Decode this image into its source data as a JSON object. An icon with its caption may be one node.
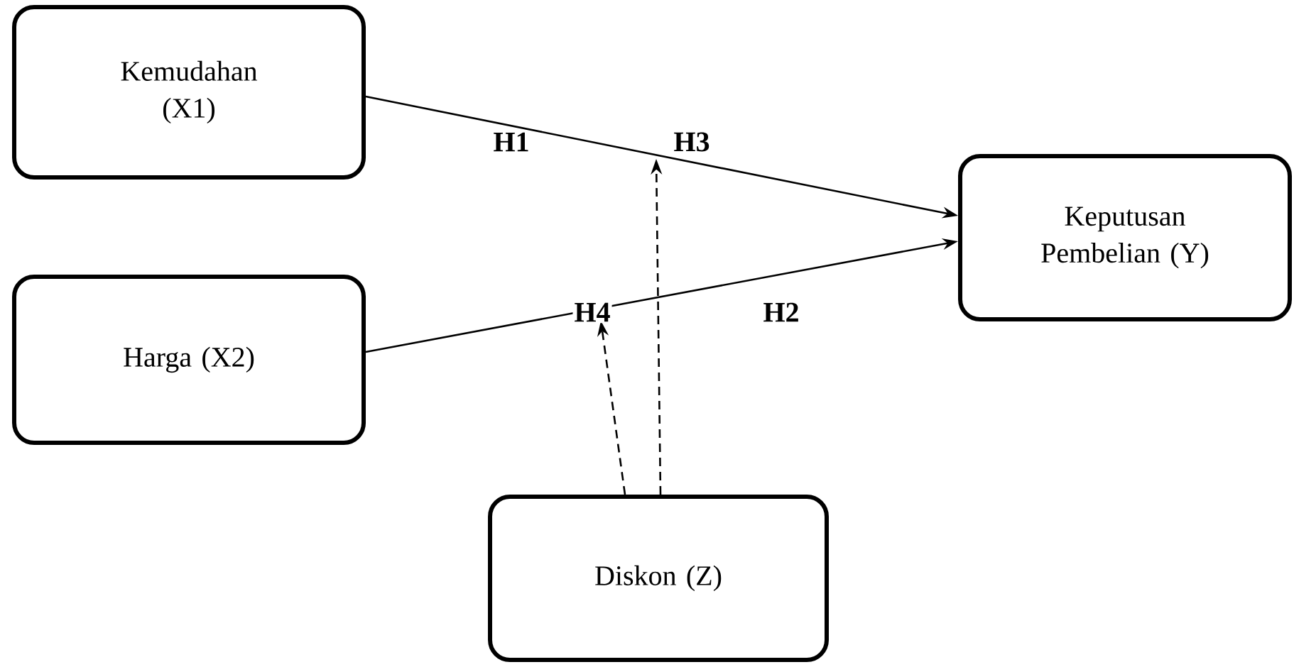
{
  "diagram": {
    "nodes": [
      {
        "text": [
          "Kemudahan (X1)"
        ]
      },
      {
        "text": [
          "Harga (X2)"
        ]
      },
      {
        "text": [
          "Keputusan Pembelian (Y)"
        ]
      },
      {
        "text": [
          "Diskon (Z)"
        ]
      }
    ],
    "edges": [
      {
        "from": 0,
        "to": 2,
        "arrow": "to",
        "label": "H1"
      },
      {
        "from": 1,
        "to": 2,
        "arrow": "to",
        "label": "H2"
      },
      {
        "from": 3,
        "to": null,
        "arrow": "to",
        "label": "H3",
        "style": "dashed"
      },
      {
        "from": 3,
        "to": null,
        "arrow": "to",
        "label": "H4",
        "style": "dashed"
      }
    ]
  }
}
